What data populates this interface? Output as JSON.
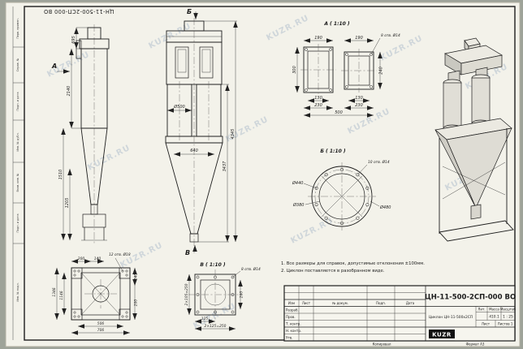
{
  "photo": {
    "watermark": "KUZR.RU"
  },
  "doc": {
    "number": "ЦН-11-500-2СП-000 ВО",
    "name": "Циклон ЦН-11-500х2СП"
  },
  "frame": {
    "stamps": [
      "Перв. примен.",
      "Справ. №",
      "Подп. и дата",
      "Инв. № дубл.",
      "Взам. инв. №",
      "Подп. и дата",
      "Инв. № подл."
    ]
  },
  "front_view": {
    "arrow": "А",
    "d695": "695",
    "d2140": "2140",
    "d1510": "1510",
    "d1205": "1205"
  },
  "main_view": {
    "top": "Б",
    "bottom": "В",
    "dia500": "Ø500",
    "d640": "640",
    "h4345": "4345",
    "h3437": "3437"
  },
  "view_a": {
    "title": "А ( 1:10 )",
    "holes": "8 отв. Ø14",
    "w1": "190",
    "w2": "190",
    "hl": "300",
    "hr": "240",
    "b1": "130",
    "b2": "130",
    "c1": "230",
    "c2": "230",
    "total": "500"
  },
  "view_b": {
    "title": "Б ( 1:10 )",
    "holes": "10 отв. Ø14",
    "d440": "Ø440",
    "d380": "Ø380",
    "d480": "Ø480"
  },
  "view_v": {
    "title": "В ( 1:10 )",
    "holes": "8 отв. Ø14",
    "d125": "125",
    "d250": "2×125=250",
    "dl": "2×105=250",
    "dr": "200"
  },
  "base_view": {
    "holes": "12 отв. Ø18",
    "t1": "200",
    "t2": "140",
    "r1": "140",
    "r2": "200",
    "l1": "1346",
    "l2": "1146",
    "b1": "506",
    "b2": "706"
  },
  "notes": {
    "l1": "1. Все размеры для справок, допустимые отклонения ±100мм.",
    "l2": "2. Циклон поставляется в разобранном виде."
  },
  "tb": {
    "izm": "Изм",
    "list": "Лист",
    "doc": "№ докум.",
    "podp": "Подп.",
    "data": "Дата",
    "razrab": "Разраб.",
    "prov": "Пров.",
    "tkontr": "Т. контр.",
    "nkontr": "Н. контр.",
    "utv": "Утв.",
    "lit": "Лит.",
    "massa_l": "Масса",
    "massa": "410.1",
    "scale_l": "Масштаб",
    "scale": "1 : 25",
    "sheet": "Лист",
    "sheets": "Листов 1",
    "logo": "KUZR",
    "copied": "Копировал",
    "format": "Формат А3"
  }
}
